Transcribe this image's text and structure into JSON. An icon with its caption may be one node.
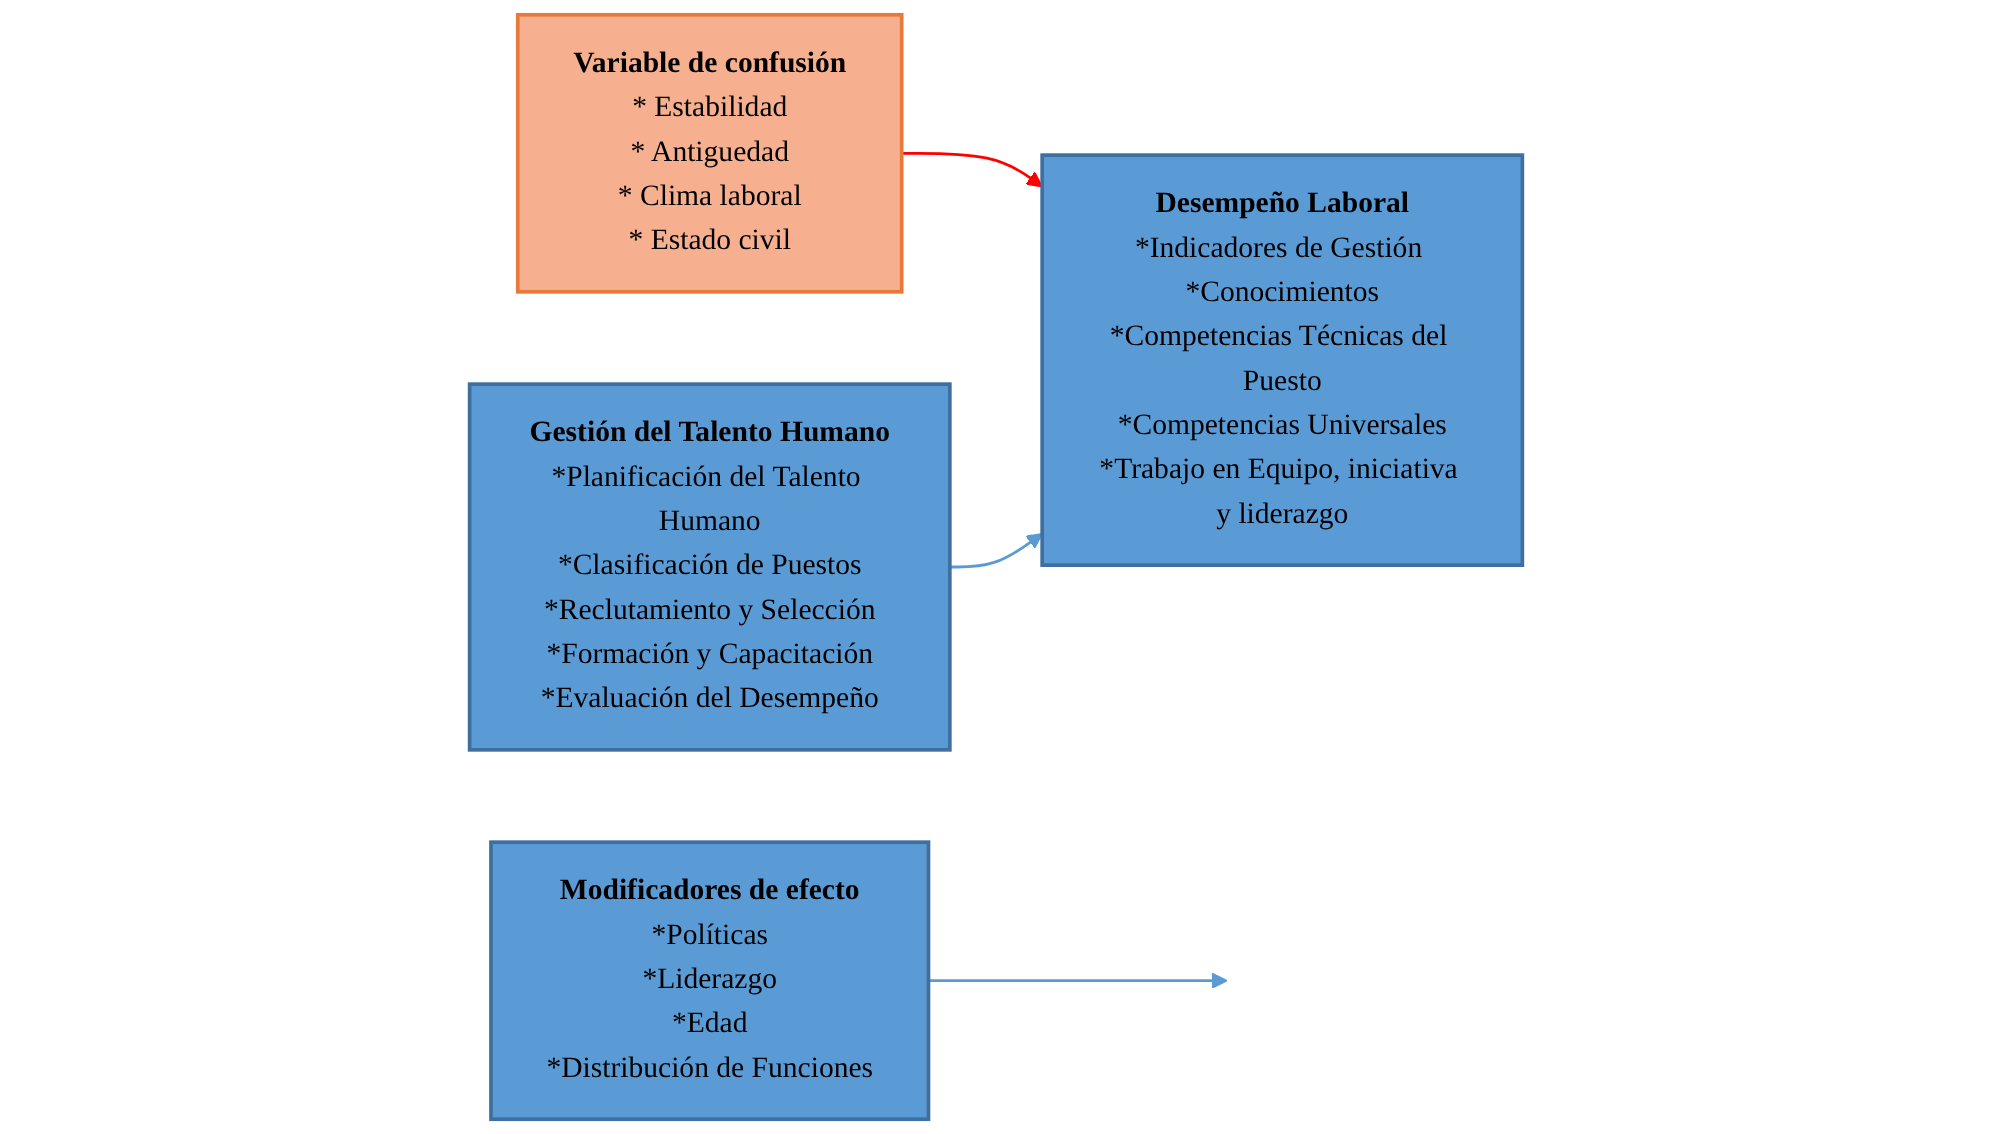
{
  "diagram": {
    "nodes": [
      {
        "text": [
          "Variable de confusión",
          "* Estabilidad",
          "* Antiguedad",
          "* Clima laboral",
          "* Estado civil"
        ]
      },
      {
        "text": [
          "Gestión del Talento Humano",
          "*Planificación del Talento Humano",
          "*Clasificación de Puestos",
          "*Reclutamiento y Selección",
          "*Formación y Capacitación",
          "*Evaluación del Desempeño"
        ]
      },
      {
        "text": [
          "Desempeño Laboral",
          "*Indicadores de Gestión *Conocimientos",
          "*Competencias Técnicas del Puesto",
          "*Competencias Universales",
          "*Trabajo en Equipo, iniciativa y liderazgo"
        ]
      },
      {
        "text": [
          "Modificadores de efecto",
          "*Políticas",
          "*Liderazgo",
          "*Edad",
          "*Distribución de Funciones"
        ]
      }
    ],
    "edges": [
      {
        "from": 0,
        "to": 2,
        "arrow": "to",
        "color": "#ff0000"
      },
      {
        "from": 1,
        "to": 2,
        "arrow": "to"
      },
      {
        "from": 3,
        "to": null,
        "arrow": "to"
      }
    ]
  }
}
